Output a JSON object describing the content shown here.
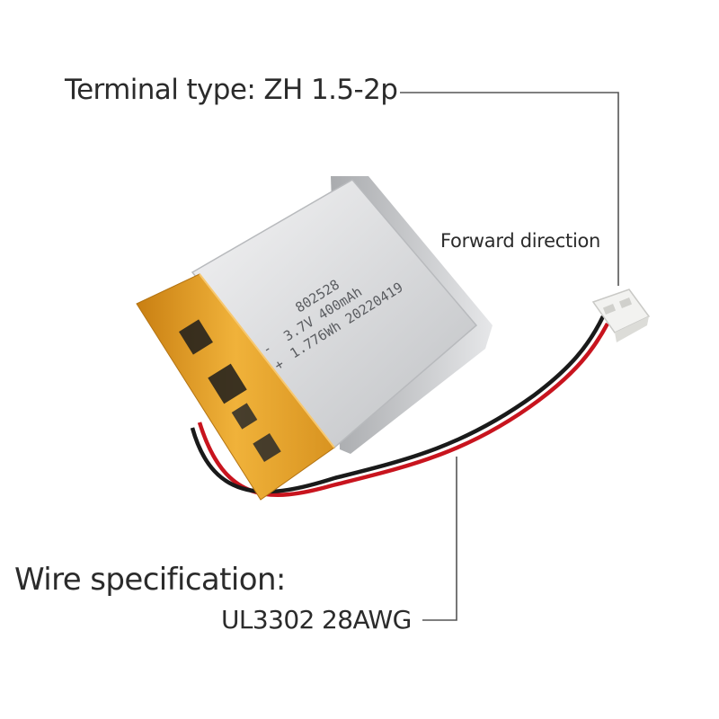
{
  "callouts": {
    "terminal_type": "Terminal type: ZH 1.5-2p",
    "direction": "Forward direction",
    "wire_spec_title": "Wire specification:",
    "wire_spec_value": "UL3302 28AWG"
  },
  "battery_print": {
    "model": "802528",
    "rating": "3.7V 400mAh",
    "energy": "1.776Wh 20220419",
    "minus_mark": "-",
    "plus_mark": "+"
  },
  "colors": {
    "text": "#2b2b2b",
    "leader_line": "#555555",
    "battery_body": "#d9dadc",
    "kapton_tape": "#e8a22a",
    "wire_red": "#c8141e",
    "wire_black": "#1a1a1a",
    "connector": "#f2f2f0"
  }
}
